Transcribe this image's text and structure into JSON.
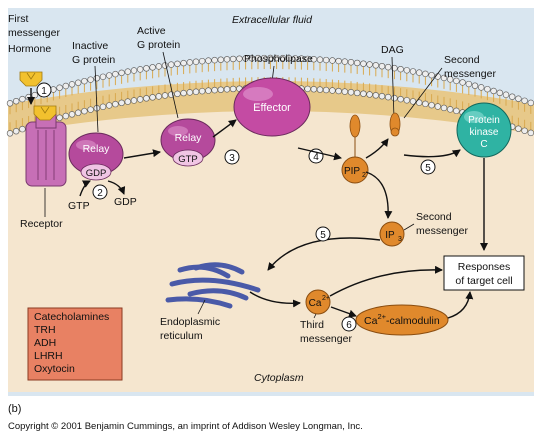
{
  "labels": {
    "first_messenger_line1": "First",
    "first_messenger_line2": "messenger",
    "hormone": "Hormone",
    "inactive_g_protein_line1": "Inactive",
    "inactive_g_protein_line2": "G protein",
    "active_g_protein_line1": "Active",
    "active_g_protein_line2": "G protein",
    "extracellular_fluid": "Extracellular fluid",
    "phospholipase": "Phospholipase",
    "dag": "DAG",
    "second_messenger_top_line1": "Second",
    "second_messenger_top_line2": "messenger",
    "relay_inactive": "Relay",
    "relay_active": "Relay",
    "gdp_bound": "GDP",
    "gtp_bound": "GTP",
    "effector": "Effector",
    "pip2": "PIP",
    "pip2_sub": "2",
    "protein_kinase_c_line1": "Protein",
    "protein_kinase_c_line2": "kinase",
    "protein_kinase_c_line3": "C",
    "gtp_in": "GTP",
    "gdp_out": "GDP",
    "receptor": "Receptor",
    "ip3": "IP",
    "ip3_sub": "3",
    "second_messenger_ip3_line1": "Second",
    "second_messenger_ip3_line2": "messenger",
    "responses_line1": "Responses",
    "responses_line2": "of target cell",
    "endoplasmic_reticulum_line1": "Endoplasmic",
    "endoplasmic_reticulum_line2": "reticulum",
    "ca": "Ca",
    "ca_sup": "2+",
    "third_messenger_line1": "Third",
    "third_messenger_line2": "messenger",
    "ca_calmodulin_prefix": "Ca",
    "ca_calmodulin_sup": "2+",
    "ca_calmodulin_suffix": "-calmodulin",
    "cytoplasm": "Cytoplasm"
  },
  "steps": [
    "1",
    "2",
    "3",
    "4",
    "5",
    "5",
    "6"
  ],
  "hormone_list": [
    "Catecholamines",
    "TRH",
    "ADH",
    "LHRH",
    "Oxytocin"
  ],
  "figure_letter": "(b)",
  "copyright": "Copyright © 2001 Benjamin Cummings, an imprint of Addison Wesley Longman, Inc.",
  "colors": {
    "extracellular": "#d9e6f0",
    "cytoplasm": "#f5e6cf",
    "membrane_head": "#eeeeee",
    "membrane_tail": "#d9a94f",
    "receptor": "#c76fb6",
    "g_protein": "#b54a9c",
    "effector": "#c44ba3",
    "kinase": "#2fb3a3",
    "messenger_orange": "#e0892c",
    "hormone_yellow": "#f2c12e",
    "hormone_box": "#e88163",
    "er_blue": "#4a5aa8"
  }
}
